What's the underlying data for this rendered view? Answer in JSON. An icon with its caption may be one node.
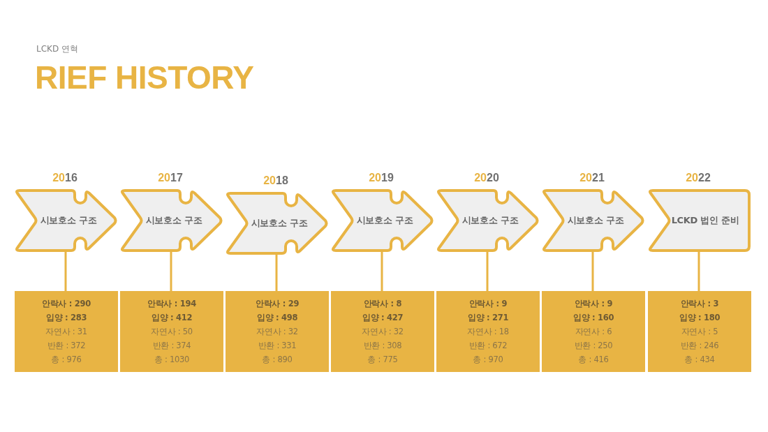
{
  "diagram": {
    "title": "RIEF HISTORY",
    "labels": [
      "LCKD 연혁"
    ],
    "nodes": [
      {
        "text": [
          "시보호소 구조"
        ],
        "beside": [
          "2016"
        ]
      },
      {
        "text": [
          "시보호소 구조"
        ],
        "beside": [
          "2017"
        ]
      },
      {
        "text": [
          "시보호소 구조"
        ],
        "beside": [
          "2018"
        ]
      },
      {
        "text": [
          "시보호소 구조"
        ],
        "beside": [
          "2019"
        ]
      },
      {
        "text": [
          "시보호소 구조"
        ],
        "beside": [
          "2020"
        ]
      },
      {
        "text": [
          "시보호소 구조"
        ],
        "beside": [
          "2021"
        ]
      },
      {
        "text": [
          "LCKD 법인 준비"
        ],
        "beside": [
          "2022"
        ]
      },
      {
        "text": [
          "안락사 : 290",
          "입양 : 283",
          "자연사 : 31",
          "반환 : 372",
          "총 : 976"
        ]
      },
      {
        "text": [
          "안락사 : 194",
          "입양 : 412",
          "자연사 : 50",
          "반환 : 374",
          "총 : 1030"
        ]
      },
      {
        "text": [
          "안락사 : 29",
          "입양 : 498",
          "자연사 : 32",
          "반환 : 331",
          "총 : 890"
        ]
      },
      {
        "text": [
          "안락사 : 8",
          "입양 : 427",
          "자연사 : 32",
          "반환 : 308",
          "총 : 775"
        ]
      },
      {
        "text": [
          "안락사 : 9",
          "입양 : 271",
          "자연사 : 18",
          "반환 : 672",
          "총 : 970"
        ]
      },
      {
        "text": [
          "안락사 : 9",
          "입양 : 160",
          "자연사 : 6",
          "반환 : 250",
          "총 : 416"
        ]
      },
      {
        "text": [
          "안락사 : 3",
          "입양 : 180",
          "자연사 : 5",
          "반환 : 246",
          "총 : 434"
        ]
      }
    ],
    "edges": [
      {
        "from": 0,
        "to": 7,
        "arrow": "none"
      },
      {
        "from": 1,
        "to": 8,
        "arrow": "none"
      },
      {
        "from": 2,
        "to": 9,
        "arrow": "none"
      },
      {
        "from": 3,
        "to": 10,
        "arrow": "none"
      },
      {
        "from": 4,
        "to": 11,
        "arrow": "none"
      },
      {
        "from": 5,
        "to": 12,
        "arrow": "none"
      },
      {
        "from": 6,
        "to": 13,
        "arrow": "none"
      }
    ]
  }
}
